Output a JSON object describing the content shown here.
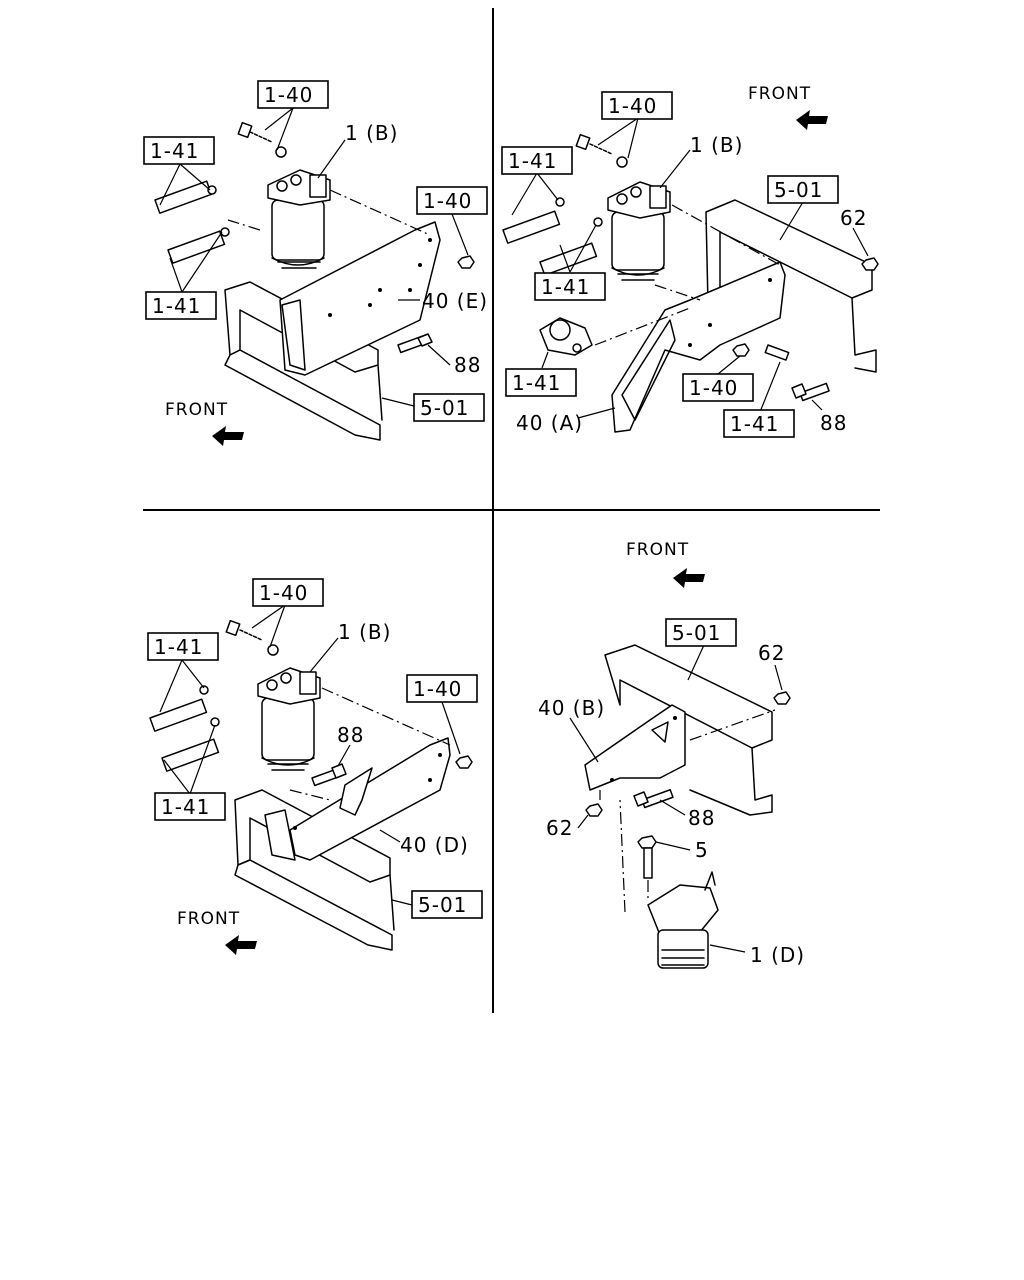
{
  "q1": {
    "box_140_top": "1-40",
    "box_141_left": "1-41",
    "box_140_right": "1-40",
    "box_141_bottom": "1-41",
    "box_501": "5-01",
    "lbl_1b": "1 (B)",
    "lbl_40e": "40 (E)",
    "lbl_88": "88",
    "front": "FRONT"
  },
  "q2": {
    "box_140_top": "1-40",
    "box_141_left": "1-41",
    "box_501": "5-01",
    "box_141_mid": "1-41",
    "box_141_low": "1-41",
    "box_140_low": "1-40",
    "box_141_right": "1-41",
    "lbl_1b": "1 (B)",
    "lbl_62": "62",
    "lbl_40a": "40 (A)",
    "lbl_88": "88",
    "front": "FRONT"
  },
  "q3": {
    "box_140_top": "1-40",
    "box_141_left": "1-41",
    "box_140_right": "1-40",
    "box_141_bottom": "1-41",
    "box_501": "5-01",
    "lbl_1b": "1 (B)",
    "lbl_88": "88",
    "lbl_40d": "40 (D)",
    "front": "FRONT"
  },
  "q4": {
    "box_501": "5-01",
    "lbl_62_top": "62",
    "lbl_40b": "40 (B)",
    "lbl_88": "88",
    "lbl_62_left": "62",
    "lbl_5": "5",
    "lbl_1d": "1 (D)",
    "front": "FRONT"
  }
}
